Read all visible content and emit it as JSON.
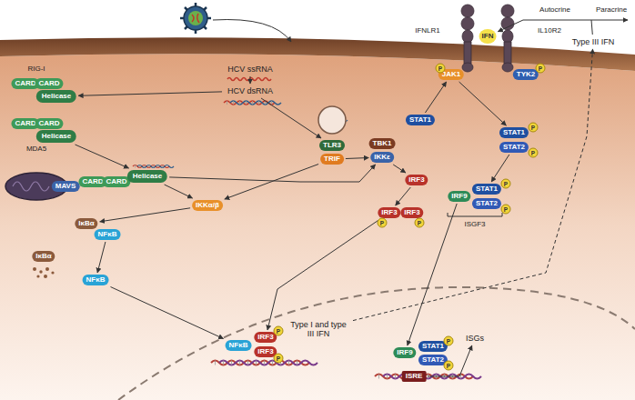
{
  "diagram": {
    "nodes": [
      {
        "text": [
          "HCV ssRNA"
        ]
      },
      {
        "text": [
          "HCV dsRNA"
        ]
      },
      {
        "text": [
          "CARD"
        ]
      },
      {
        "text": [
          "CARD"
        ]
      },
      {
        "text": [
          "Helicase"
        ]
      },
      {
        "text": [
          "CARD"
        ]
      },
      {
        "text": [
          "CARD"
        ]
      },
      {
        "text": [
          "Helicase"
        ]
      },
      {
        "text": [
          "MAVS"
        ]
      },
      {
        "text": [
          "CARD"
        ]
      },
      {
        "text": [
          "CARD"
        ]
      },
      {
        "text": [
          "Helicase"
        ]
      },
      {
        "text": [
          "TLR3"
        ]
      },
      {
        "text": [
          "TRIF"
        ]
      },
      {
        "text": [
          "TBK1"
        ]
      },
      {
        "text": [
          "IKKε"
        ]
      },
      {
        "text": [
          "IKKα/β"
        ]
      },
      {
        "text": [
          "IκBα"
        ]
      },
      {
        "text": [
          "NFκB"
        ]
      },
      {
        "text": [
          "IκBα"
        ]
      },
      {
        "text": [
          "NFκB"
        ]
      },
      {
        "text": [
          "IRF3"
        ]
      },
      {
        "text": [
          "IRF3"
        ]
      },
      {
        "text": [
          "IRF3"
        ]
      },
      {
        "text": [
          "NFκB"
        ]
      },
      {
        "text": [
          "IRF3"
        ]
      },
      {
        "text": [
          "IRF3"
        ]
      },
      {
        "text": [
          "Type I and type III IFN"
        ]
      },
      {
        "text": [
          "IRF9"
        ]
      },
      {
        "text": [
          "STAT1"
        ]
      },
      {
        "text": [
          "STAT2"
        ]
      },
      {
        "text": [
          "ISRE"
        ]
      },
      {
        "text": [
          "ISGs"
        ]
      },
      {
        "text": [
          "IFN"
        ]
      },
      {
        "text": [
          "JAK1"
        ]
      },
      {
        "text": [
          "TYK2"
        ]
      },
      {
        "text": [
          "STAT1"
        ]
      },
      {
        "text": [
          "STAT1"
        ]
      },
      {
        "text": [
          "STAT2"
        ]
      },
      {
        "text": [
          "IRF9"
        ]
      },
      {
        "text": [
          "STAT1"
        ]
      },
      {
        "text": [
          "STAT2"
        ]
      },
      {
        "text": [
          "Type III IFN"
        ]
      }
    ],
    "edges": [
      {
        "from": 0,
        "to": 1,
        "arrow": "to"
      },
      {
        "from": 1,
        "to": 4,
        "arrow": "to"
      },
      {
        "from": 7,
        "to": 11,
        "arrow": "to"
      },
      {
        "from": 1,
        "to": 12,
        "arrow": "to"
      },
      {
        "from": 11,
        "to": 15,
        "arrow": "to"
      },
      {
        "from": 11,
        "to": 16,
        "arrow": "to"
      },
      {
        "from": 13,
        "to": 15,
        "arrow": "to"
      },
      {
        "from": 13,
        "to": 16,
        "arrow": "to"
      },
      {
        "from": 16,
        "to": 17,
        "arrow": "to"
      },
      {
        "from": 18,
        "to": 20,
        "arrow": "to"
      },
      {
        "from": 15,
        "to": 21,
        "arrow": "to"
      },
      {
        "from": 21,
        "to": 22,
        "arrow": "to"
      },
      {
        "from": 22,
        "to": 25,
        "arrow": "to"
      },
      {
        "from": 20,
        "to": 24,
        "arrow": "to"
      },
      {
        "from": 27,
        "to": 42,
        "arrow": "to"
      },
      {
        "from": 42,
        "to": 33,
        "label": "Autocrine",
        "arrow": "to"
      },
      {
        "from": 36,
        "to": 34,
        "arrow": "to"
      },
      {
        "from": 34,
        "to": 37,
        "arrow": "to"
      },
      {
        "from": 38,
        "to": 40,
        "arrow": "to"
      },
      {
        "from": 39,
        "to": 28,
        "arrow": "to"
      },
      {
        "from": 31,
        "to": 32,
        "arrow": "to"
      }
    ],
    "labels": [
      "RIG-I",
      "MDA5",
      "IFNLR1",
      "IL10R2",
      "ISGF3",
      "Paracrine",
      "P",
      "P",
      "P",
      "P",
      "P",
      "P",
      "P",
      "P",
      "P",
      "P",
      "P",
      "P"
    ]
  }
}
